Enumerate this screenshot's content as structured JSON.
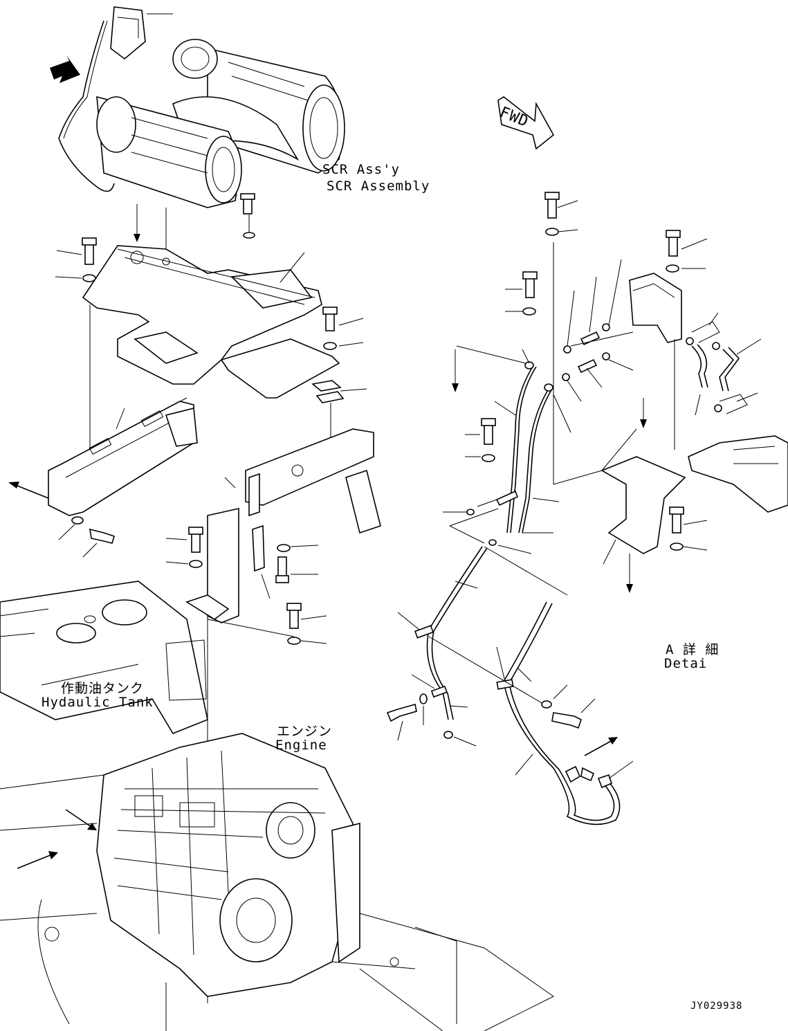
{
  "labels": {
    "scr_jp": "SCR Ass'y",
    "scr_en": "SCR Assembly",
    "detail_jp": "A 詳 細",
    "detail_en": "Detai",
    "tank_jp": "作動油タンク",
    "tank_en": "Hydaulic Tank",
    "engine_jp": "エンジン",
    "engine_en": "Engine",
    "fwd": "FWD",
    "drawing_no": "JY029938"
  }
}
